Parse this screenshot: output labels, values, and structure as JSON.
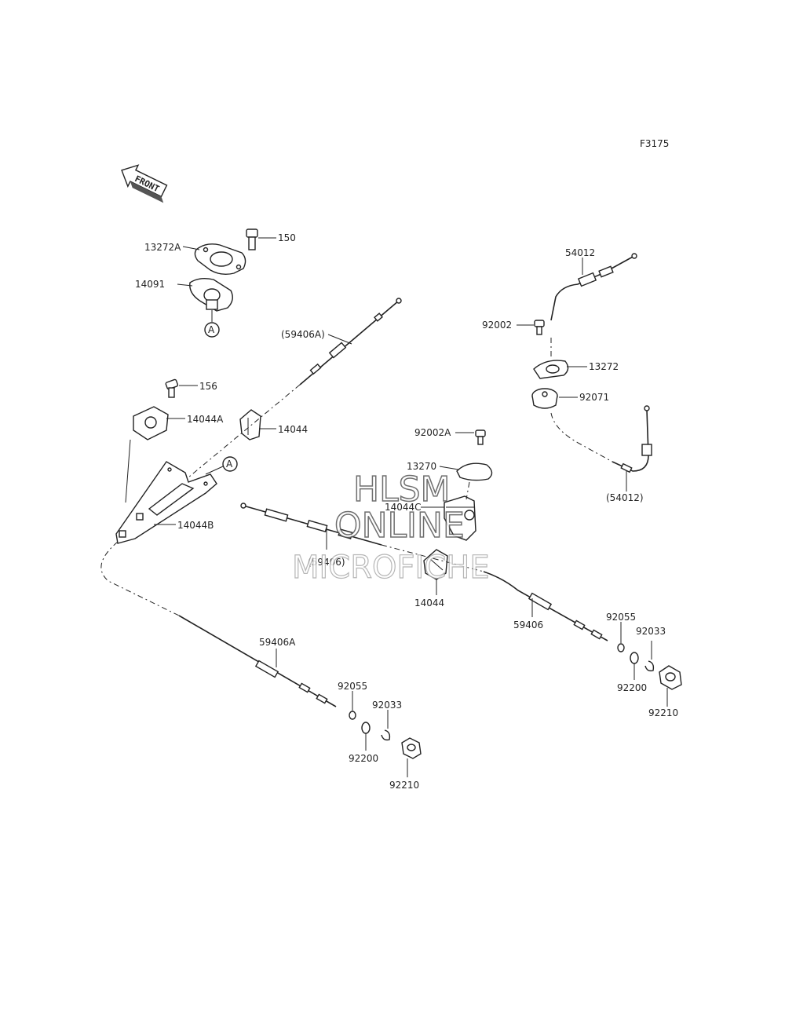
{
  "figure_code": "F3175",
  "front_label": "FRONT",
  "ref_marker": "A",
  "labels": {
    "p13272A": "13272A",
    "p150": "150",
    "p14091": "14091",
    "p59406A_paren": "(59406A)",
    "p156": "156",
    "p14044A": "14044A",
    "p14044_top": "14044",
    "p14044B": "14044B",
    "p54012": "54012",
    "p92002": "92002",
    "p13272": "13272",
    "p92071": "92071",
    "p54012_paren": "(54012)",
    "p92002A": "92002A",
    "p13270": "13270",
    "p14044C": "14044C",
    "p59406_paren": "(59406)",
    "p14044_mid": "14044",
    "p59406": "59406",
    "p92055_r": "92055",
    "p92033_r": "92033",
    "p92200_r": "92200",
    "p92210_r": "92210",
    "p59406A": "59406A",
    "p92055_l": "92055",
    "p92033_l": "92033",
    "p92200_l": "92200",
    "p92210_l": "92210"
  },
  "watermark": {
    "line1": "HLSM",
    "line2": "ONLINE",
    "line3": "MICROFICHE"
  }
}
